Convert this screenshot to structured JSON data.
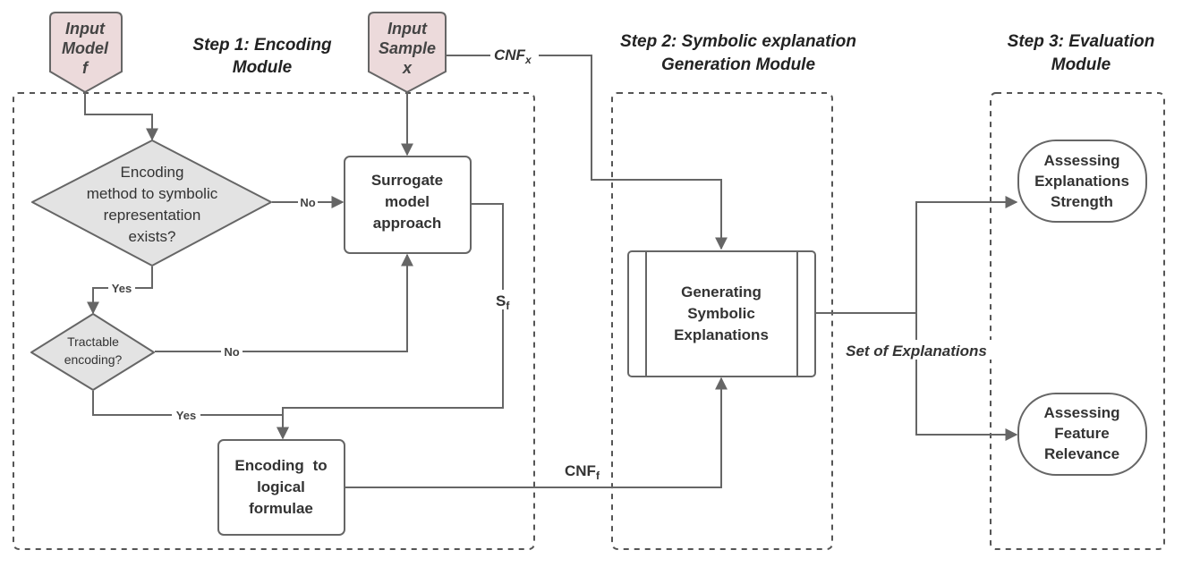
{
  "inputs": {
    "model": [
      "Input",
      "Model",
      "f"
    ],
    "sample": [
      "Input",
      "Sample",
      "x"
    ]
  },
  "steps": {
    "step1": [
      "Step 1: Encoding",
      "Module"
    ],
    "step2": [
      "Step 2: Symbolic explanation",
      "Generation Module"
    ],
    "step3": [
      "Step 3: Evaluation",
      "Module"
    ]
  },
  "nodes": {
    "decision_encoding": [
      "Encoding",
      "method to symbolic",
      "representation",
      "exists?"
    ],
    "decision_tractable": [
      "Tractable",
      "encoding?"
    ],
    "surrogate": [
      "Surrogate",
      "model",
      "approach"
    ],
    "encoding_logical": [
      "Encoding",
      "to",
      "logical",
      "formulae"
    ],
    "generating": [
      "Generating",
      "Symbolic",
      "Explanations"
    ],
    "assess_strength": [
      "Assessing",
      "Explanations",
      "Strength"
    ],
    "assess_feature": [
      "Assessing",
      "Feature",
      "Relevance"
    ]
  },
  "edge_labels": {
    "no_1": "No",
    "yes_1": "Yes",
    "no_2": "No",
    "yes_2": "Yes",
    "cnf_x_main": "CNF",
    "cnf_x_sub": "x",
    "s_f_main": "S",
    "s_f_sub": "f",
    "cnf_f_main": "CNF",
    "cnf_f_sub": "f",
    "set_of_explanations": "Set of Explanations"
  },
  "colors": {
    "input_fill": "#ecdadb",
    "decision_fill": "#e3e3e3",
    "line": "#666666"
  }
}
